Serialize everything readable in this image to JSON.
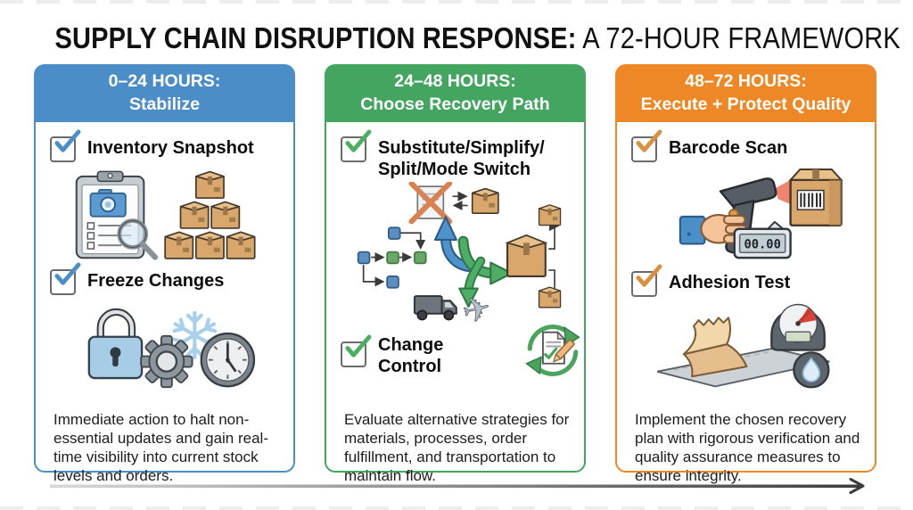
{
  "page": {
    "title_bold": "SUPPLY CHAIN DISRUPTION RESPONSE:",
    "title_regular": " A 72-HOUR FRAMEWORK"
  },
  "timeline_arrow": {
    "direction": "left-to-right",
    "color_start": "#d8d8d8",
    "color_end": "#3c3c3c"
  },
  "columns": [
    {
      "header_line1": "0–24 HOURS:",
      "header_line2": "Stabilize",
      "accent": "#4b8ec7",
      "check_color": "#4a8fc7",
      "items": [
        {
          "label": "Inventory Snapshot"
        },
        {
          "label": "Freeze Changes"
        }
      ],
      "icons": [
        "clipboard-checklist-camera-icon",
        "magnifier-icon",
        "box-pyramid-icon",
        "padlock-icon",
        "gear-icon",
        "snowflake-icon",
        "clock-icon"
      ],
      "description": "Immediate action to halt non-essential updates and gain real-time visibility into current stock levels and orders."
    },
    {
      "header_line1": "24–48 HOURS:",
      "header_line2": "Choose Recovery Path",
      "accent": "#43a560",
      "check_color": "#4caf5f",
      "items": [
        {
          "label": "Substitute/Simplify/",
          "label2": "Split/Mode Switch"
        },
        {
          "label": "Change Control"
        }
      ],
      "icons": [
        "substitute-swap-icon",
        "flowchart-icon",
        "curved-swap-arrows-icon",
        "split-boxes-icon",
        "truck-icon",
        "plane-icon",
        "change-control-doc-icon"
      ],
      "description": "Evaluate alternative strategies for materials, processes, order fulfillment, and transportation to maintain flow."
    },
    {
      "header_line1": "48–72 HOURS:",
      "header_line2": "Execute + Protect Quality",
      "accent": "#ee8726",
      "check_color": "#d9913f",
      "items": [
        {
          "label": "Barcode Scan"
        },
        {
          "label": "Adhesion Test"
        }
      ],
      "display_value": "00.00",
      "icons": [
        "barcode-scanner-icon",
        "scan-beam-icon",
        "barcode-box-icon",
        "digital-display-icon",
        "tape-peel-icon",
        "gauge-icon",
        "droplet-icon"
      ],
      "description": "Implement the chosen recovery plan with rigorous verification and quality assurance measures to ensure integrity."
    }
  ]
}
